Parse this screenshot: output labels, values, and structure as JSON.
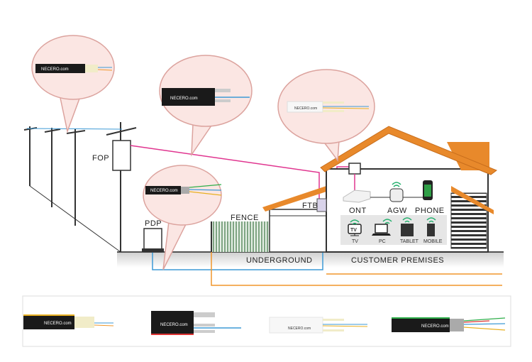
{
  "labels": {
    "fop": "FOP",
    "pdp": "PDP",
    "fence": "FENCE",
    "ftb": "FTB",
    "underground": "UNDERGROUND",
    "customer_premises": "CUSTOMER PREMISES",
    "ont": "ONT",
    "agw": "AGW",
    "phone": "PHONE",
    "tv": "TV",
    "pc": "PC",
    "tablet": "TABLET",
    "mobile": "MOBILE",
    "tv_screen": "TV"
  },
  "cables": [
    {
      "brand": "NECERO.com"
    },
    {
      "brand": "NECERO.com"
    },
    {
      "brand": "NECERO.com"
    },
    {
      "brand": "NECERO.com"
    }
  ],
  "colors": {
    "drop_line": "#e0358f",
    "underground_line": "#3d9ad6",
    "orange_line": "#f0962b",
    "roof": "#e8892b",
    "balloon_fill": "#fbe6e3",
    "balloon_stroke": "#dca39e",
    "fence": "#7fa583",
    "wifi": "#1fae6a"
  }
}
